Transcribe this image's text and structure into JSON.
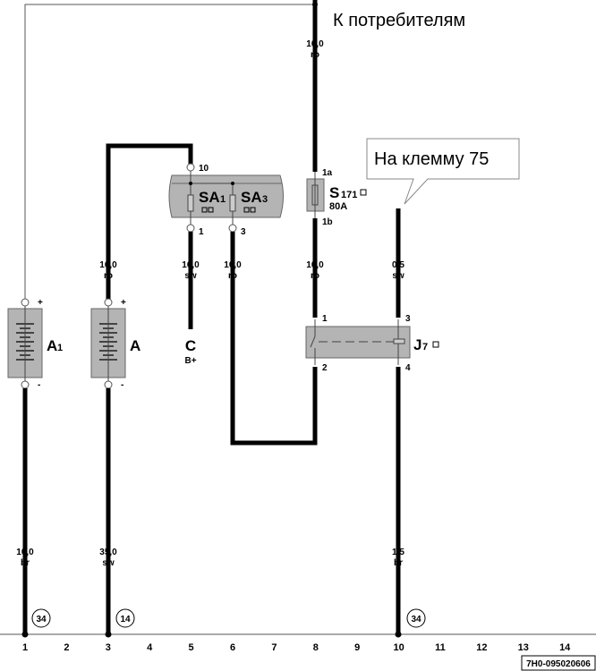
{
  "consumers_label": "К потребителям",
  "callout_label": "На клемму 75",
  "components": {
    "battery_a1": {
      "name": "A",
      "sub": "1",
      "plus": "+",
      "minus": "-"
    },
    "battery_a": {
      "name": "A",
      "plus": "+",
      "minus": "-"
    },
    "fuse_block": {
      "sa1": "SA",
      "sa1_sub": "1",
      "sa3": "SA",
      "sa3_sub": "3",
      "pin_in": "10",
      "pin_1": "1",
      "pin_3": "3"
    },
    "fuse_s171": {
      "name": "S",
      "sub": "171",
      "rating": "80A",
      "pin_a": "1a",
      "pin_b": "1b"
    },
    "generator": {
      "name": "C",
      "terminal": "B+"
    },
    "relay_j7": {
      "name": "J",
      "sub": "7",
      "pins": [
        "1",
        "2",
        "3",
        "4"
      ]
    }
  },
  "wires": [
    {
      "size": "10,0",
      "color": "ro"
    },
    {
      "size": "16,0",
      "color": "ro"
    },
    {
      "size": "16,0",
      "color": "sw"
    },
    {
      "size": "10,0",
      "color": "ro"
    },
    {
      "size": "10,0",
      "color": "ro"
    },
    {
      "size": "0,5",
      "color": "sw"
    },
    {
      "size": "10,0",
      "color": "br"
    },
    {
      "size": "35,0",
      "color": "sw"
    },
    {
      "size": "1,5",
      "color": "br"
    }
  ],
  "ground_points": [
    "34",
    "14",
    "34"
  ],
  "columns": [
    "1",
    "2",
    "3",
    "4",
    "5",
    "6",
    "7",
    "8",
    "9",
    "10",
    "11",
    "12",
    "13",
    "14"
  ],
  "diagram_code": "7H0-095020606"
}
